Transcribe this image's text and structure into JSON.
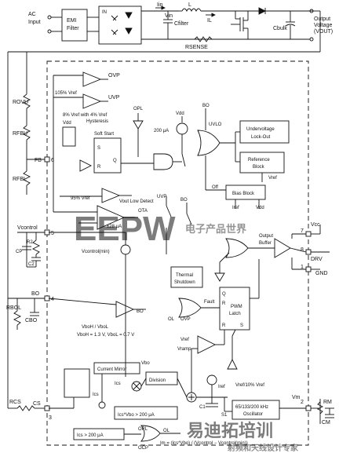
{
  "power_stage": {
    "ac_input": [
      "AC",
      "Input"
    ],
    "emi_filter": [
      "EMI",
      "Filter"
    ],
    "bridge_in": "IN",
    "i_in": "Iin",
    "v_in": "Vin",
    "inductor_l": "L",
    "i_l": "IL",
    "c_filter": "Cfilter",
    "r_sense": "RSENSE",
    "c_bulk": "Cbulk",
    "output": [
      "Output",
      "Voltage",
      "(VOUT)"
    ]
  },
  "external": {
    "r_ovu": "ROVU",
    "r_fbu": "RFBU",
    "r_fbl": "RFBL",
    "vcontrol": "Vcontrol",
    "r2": "R2",
    "cp": "CP",
    "c2": "C2",
    "bo": "BO",
    "r_bol": "RBOL",
    "c_bo": "CBO",
    "r_cs": "RCS",
    "cs": "CS",
    "vm": "Vm",
    "r_m": "RM",
    "c_m": "CM",
    "vcc": "Vcc",
    "drv": "DRV",
    "gnd": "GND"
  },
  "pins": {
    "p6": "6",
    "p5": "5",
    "p4": "4",
    "p3": "3",
    "p2": "2",
    "p7": "7",
    "p8": "8",
    "p1": "1",
    "fb": "FB"
  },
  "internal": {
    "ovp": "OVP",
    "uvp": "UVP",
    "vref105": "105% Vref",
    "hyst": [
      "8% Vref with 4% Vref",
      "Hysteresis"
    ],
    "opl": "OPL",
    "vdd": "Vdd",
    "soft_start": "Soft Start",
    "s": "S",
    "r": "R",
    "q": "Q",
    "i200": "200 μA",
    "bo_top": "BO",
    "uvlo": "UVLO",
    "undervoltage": [
      "Undervoltage",
      "Lock-Out"
    ],
    "reference": [
      "Reference",
      "Block"
    ],
    "vref": "Vref",
    "off": "Off",
    "bias": "Bias Block",
    "iref": "Iref",
    "vref95": "95% Vref",
    "vout_low": "Vout Low Detect",
    "ota": "OTA",
    "uvp2": "UVP",
    "bo2": "BO",
    "pm28": "±28 μA",
    "vcontrol_min": "Vcontrol(min)",
    "output_buffer": [
      "Output",
      "Buffer"
    ],
    "thermal": [
      "Thermal",
      "Shutdown"
    ],
    "fault": "Fault",
    "pwm_latch": [
      "PWM",
      "Latch"
    ],
    "ol": "OL",
    "ovp2": "OVP",
    "bo_comp": "BO",
    "vboh_vbol": "VboH / VboL",
    "vboh_values": "VboH = 1.3 V, VboL = 0.7 V",
    "current_mirror": "Current Mirror",
    "ics": "Ics",
    "vbo": "Vbo",
    "division": "Division",
    "vramp": "Vramp",
    "ics_vbo": "Ics*Vbo > 200 μA",
    "ics200": "Ics > 200 μA",
    "opl2": "OPL",
    "ol2": "OL",
    "ocp": "OCP",
    "c1": "C1",
    "s1": "S1",
    "oscillator": [
      "65/133/200 kHz",
      "Oscillator"
    ],
    "vref10": "Vref/10% Vref",
    "im_formula": "Im = (Ics*Vbo) / (Vcontrol − Vcontrol(min))"
  },
  "watermark": {
    "logo": "EEPW",
    "cn_top": "电子产品世界",
    "cn_bottom": "易迪拓培训",
    "cn_footer": "射频和天线设计专家"
  }
}
